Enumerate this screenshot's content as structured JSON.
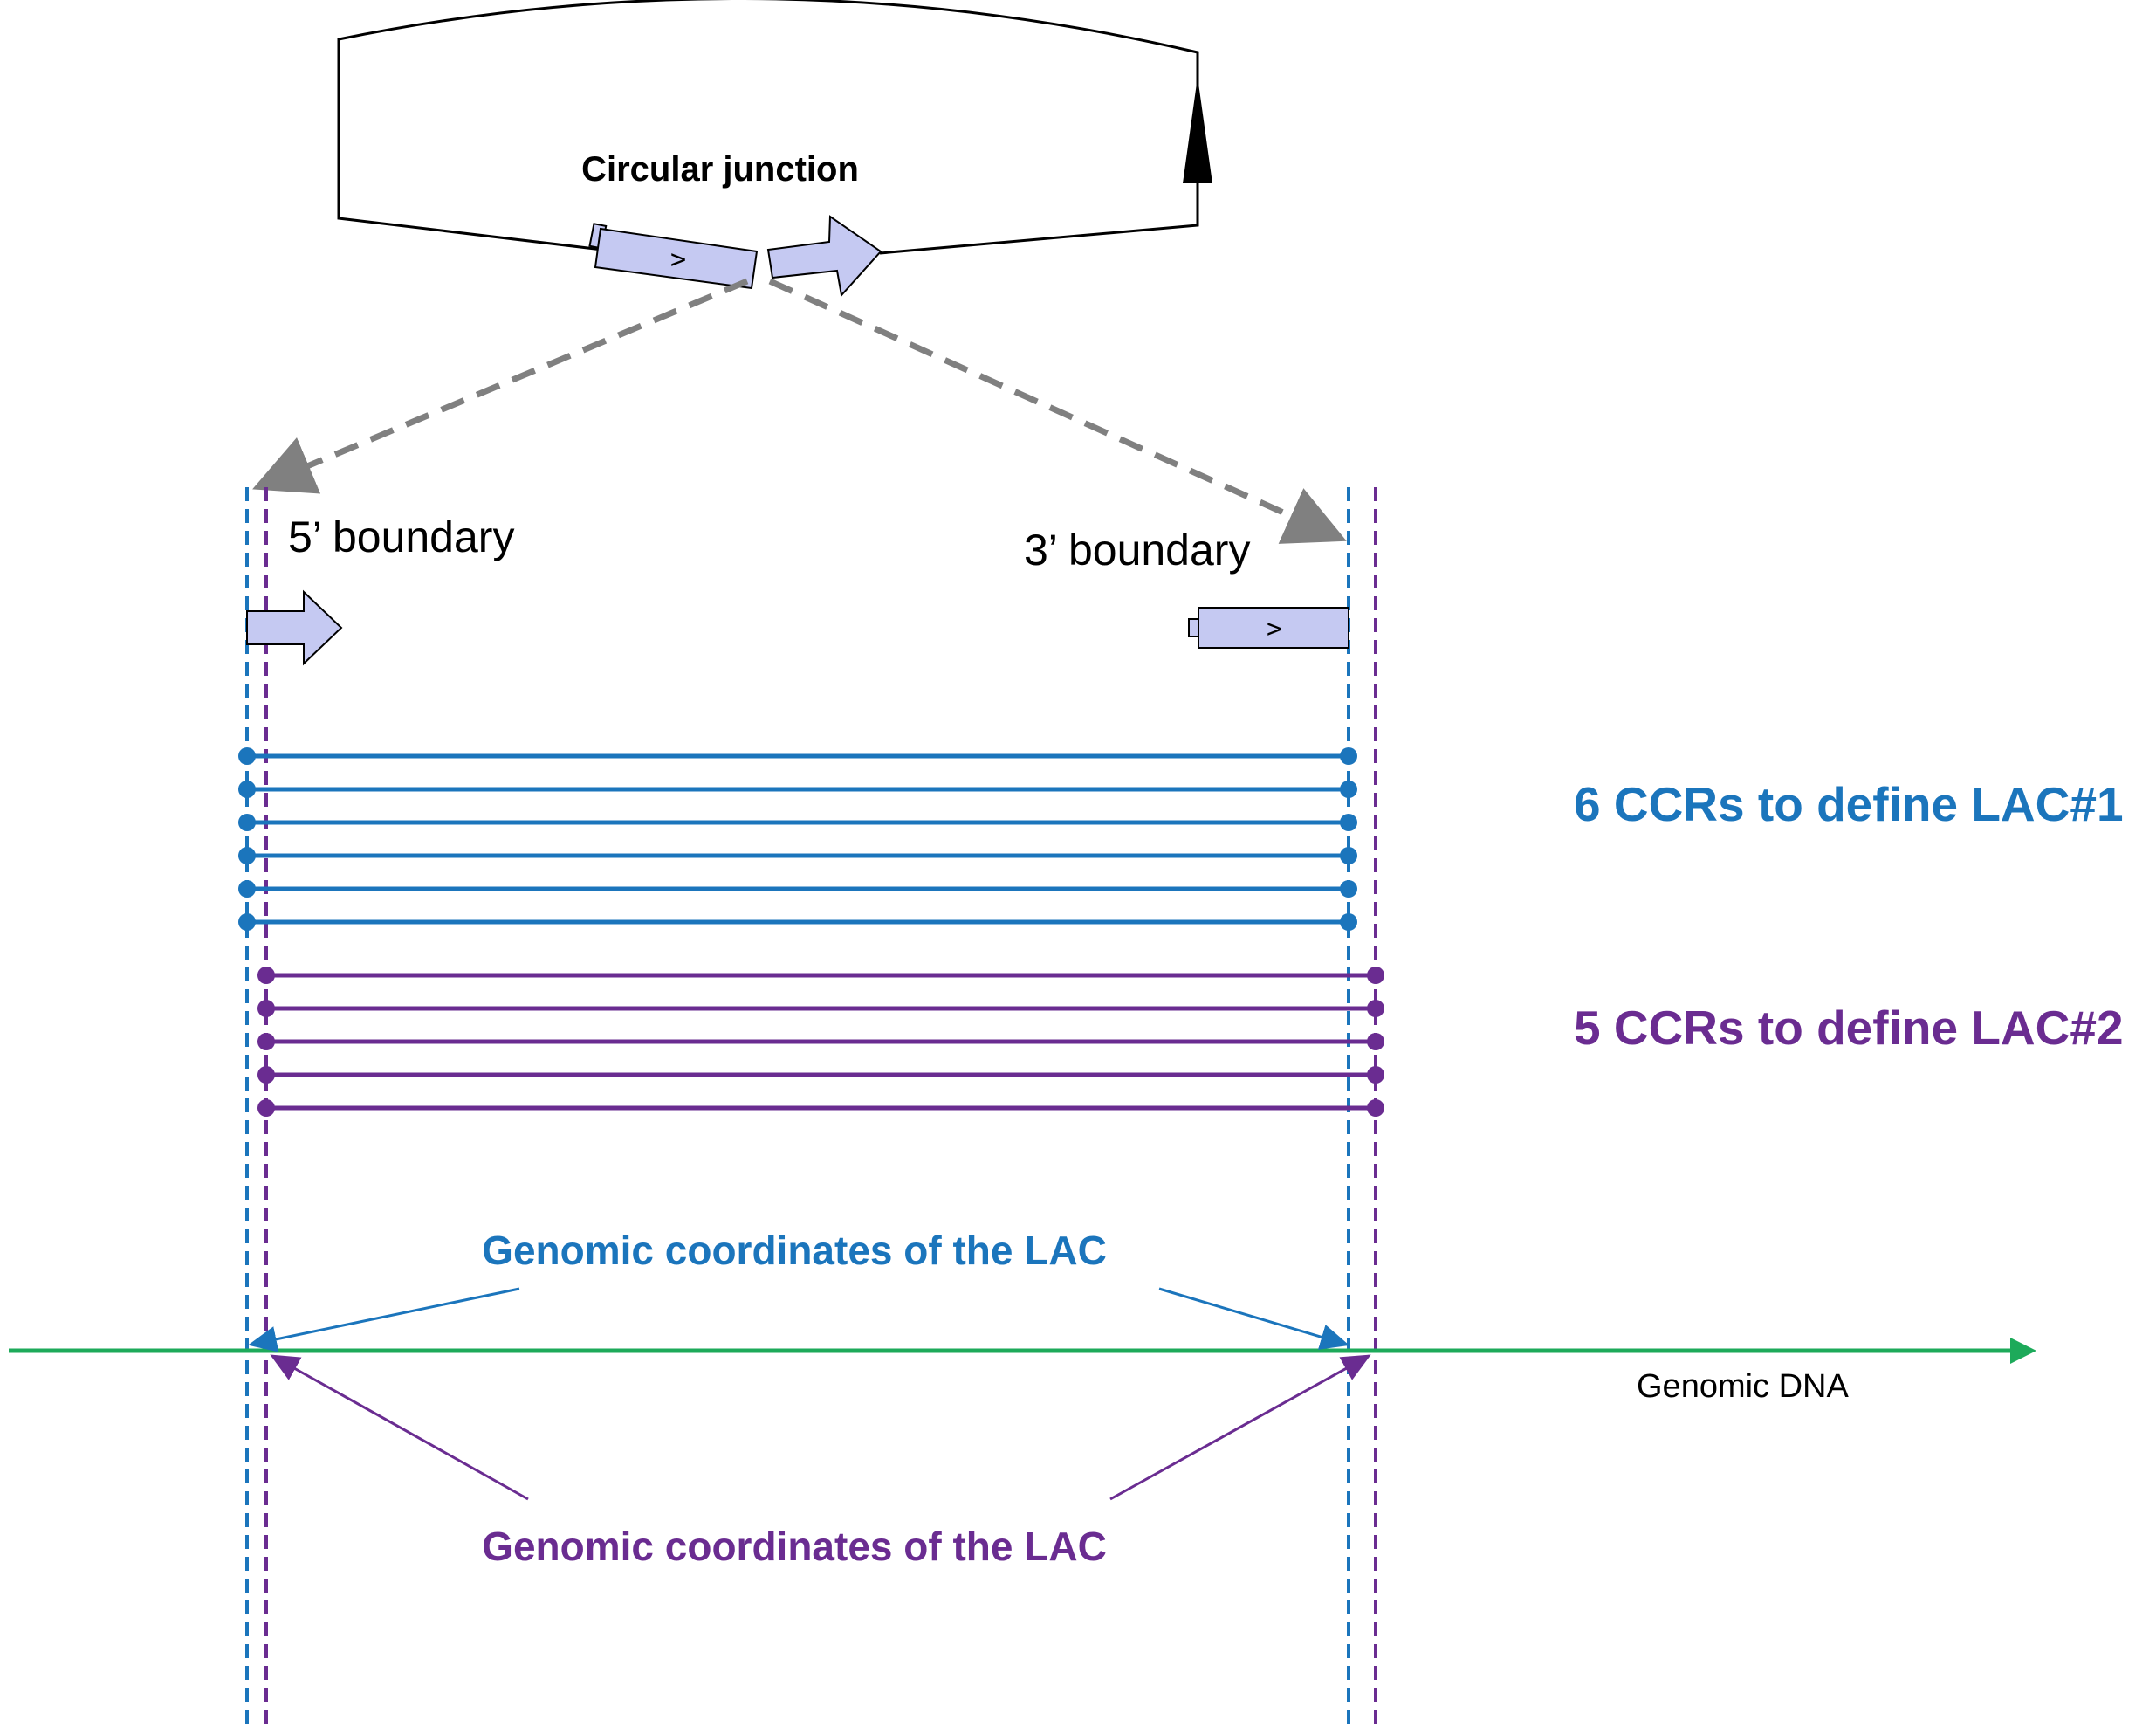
{
  "labels": {
    "circular_junction": "Circular junction",
    "boundary_5": "5’ boundary",
    "boundary_3": "3’ boundary",
    "group1_label": "6 CCRs to define LAC#1",
    "group2_label": "5 CCRs to define LAC#2",
    "coords_top": "Genomic coordinates of the LAC",
    "coords_bottom": "Genomic coordinates of the LAC",
    "genomic_dna": "Genomic DNA",
    "segment_mark_junction": ">",
    "segment_mark_3prime": ">"
  },
  "colors": {
    "blue": "#1b75bc",
    "purple": "#6a2c91",
    "green": "#1daa5a",
    "gray": "#808080",
    "segment_fill": "#c5c9f2",
    "black": "#000000"
  },
  "groups": [
    {
      "name": "LAC#1",
      "ccr_count": 6,
      "color": "blue"
    },
    {
      "name": "LAC#2",
      "ccr_count": 5,
      "color": "purple"
    }
  ]
}
